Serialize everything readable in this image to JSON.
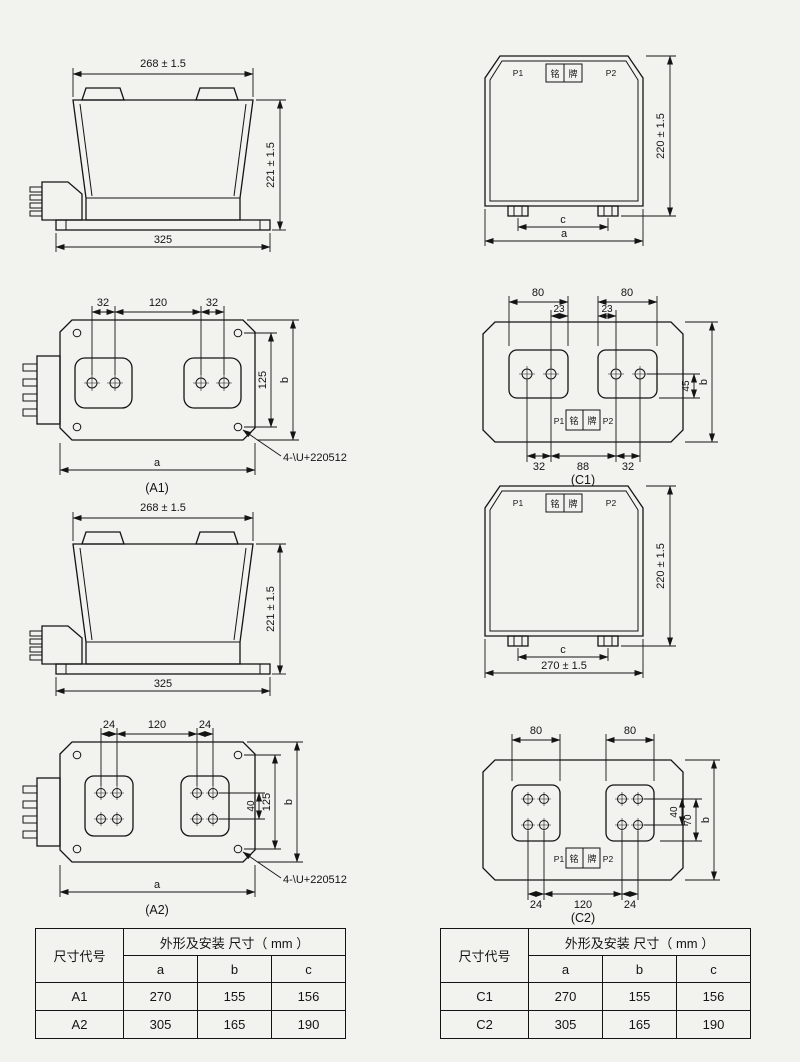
{
  "side_view": {
    "dim_top": "268 ± 1.5",
    "dim_height": "221 ± 1.5",
    "dim_base": "325"
  },
  "front_view": {
    "p1": "P1",
    "p2": "P2",
    "np1": "铭",
    "np2": "牌",
    "dim_height": "220 ± 1.5",
    "dim_c": "c",
    "dim_a": "a",
    "dim_base": "270 ± 1.5"
  },
  "top_a1": {
    "dim_left": "32",
    "dim_mid": "120",
    "dim_right": "32",
    "dim_holes": "125",
    "dim_b": "b",
    "dim_a": "a",
    "note": "4-\\U+220512",
    "label": "(A1)"
  },
  "top_a2": {
    "dim_left": "24",
    "dim_mid": "120",
    "dim_right": "24",
    "dim_rows": "40",
    "dim_holes": "125",
    "dim_b": "b",
    "dim_a": "a",
    "note": "4-\\U+220512",
    "label": "(A2)"
  },
  "top_c1": {
    "dim_pad_l": "80",
    "dim_pad_r": "80",
    "dim_off_l": "23",
    "dim_off_r": "23",
    "dim_v": "45",
    "dim_b": "b",
    "dim_bl": "32",
    "dim_bm": "88",
    "dim_br": "32",
    "p1": "P1",
    "p2": "P2",
    "np1": "铭",
    "np2": "牌",
    "label": "(C1)"
  },
  "top_c2": {
    "dim_pad_l": "80",
    "dim_pad_r": "80",
    "dim_rows": "40",
    "dim_v": "70",
    "dim_b": "b",
    "dim_bl": "24",
    "dim_bm": "120",
    "dim_br": "24",
    "p1": "P1",
    "p2": "P2",
    "np1": "铭",
    "np2": "牌",
    "label": "(C2)"
  },
  "table_left": {
    "col_code": "尺寸代号",
    "col_group": "外形及安装 尺寸（ mm ）",
    "cols": [
      "a",
      "b",
      "c"
    ],
    "rows": [
      {
        "code": "A1",
        "a": "270",
        "b": "155",
        "c": "156"
      },
      {
        "code": "A2",
        "a": "305",
        "b": "165",
        "c": "190"
      }
    ]
  },
  "table_right": {
    "col_code": "尺寸代号",
    "col_group": "外形及安装 尺寸（ mm ）",
    "cols": [
      "a",
      "b",
      "c"
    ],
    "rows": [
      {
        "code": "C1",
        "a": "270",
        "b": "155",
        "c": "156"
      },
      {
        "code": "C2",
        "a": "305",
        "b": "165",
        "c": "190"
      }
    ]
  }
}
